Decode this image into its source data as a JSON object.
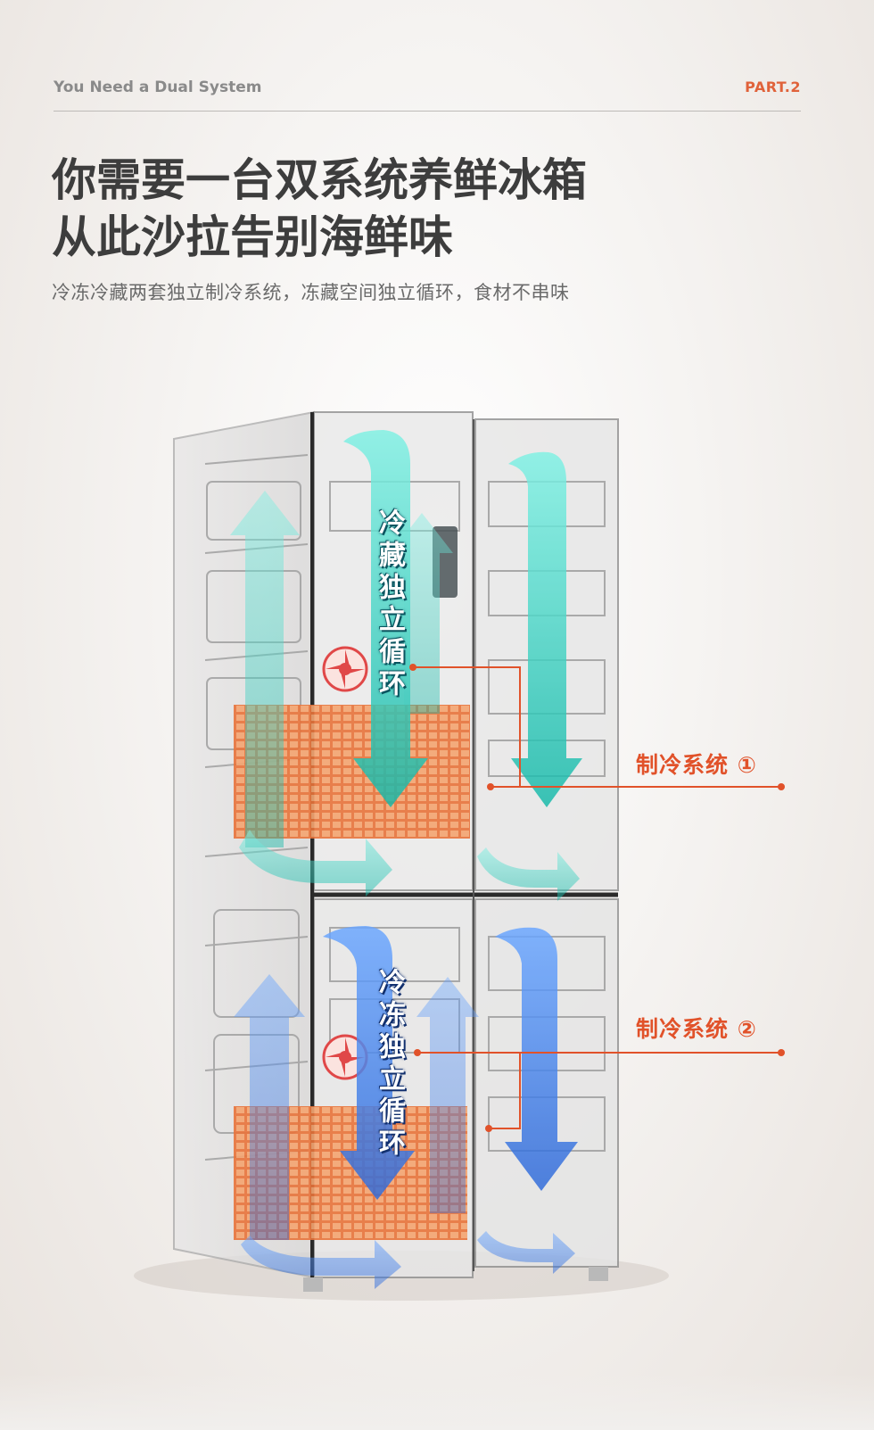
{
  "header": {
    "left": "You Need a Dual System",
    "right": "PART.2"
  },
  "title": {
    "line1": "你需要一台双系统养鲜冰箱",
    "line2": "从此沙拉告别海鲜味"
  },
  "subtitle": "冷冻冷藏两套独立制冷系统，冻藏空间独立循环，食材不串味",
  "fridge": {
    "upper_loop_label": "冷藏独立循环",
    "lower_loop_label": "冷冻独立循环",
    "system1_label": "制冷系统 ①",
    "system2_label": "制冷系统 ②"
  },
  "colors": {
    "accent": "#e1522a",
    "teal_arrow": "#2fd3c2",
    "blue_arrow": "#3f7fe3",
    "coil": "#e8733a",
    "title": "#3d3d3d"
  }
}
